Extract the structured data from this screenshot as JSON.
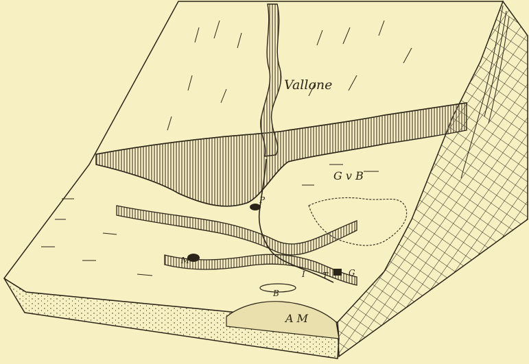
{
  "figure": {
    "colors": {
      "paper": "#f6f0c2",
      "ink": "#2b2418",
      "cliff_hatch": "#6b5e4a",
      "surface": "#f6f0c2"
    },
    "labels": {
      "vallone": "Vallone",
      "gvb": "G v B",
      "p": "P",
      "m_left": "M",
      "i": "I",
      "t": "T",
      "g": "G",
      "b": "B",
      "am": "A M"
    }
  }
}
